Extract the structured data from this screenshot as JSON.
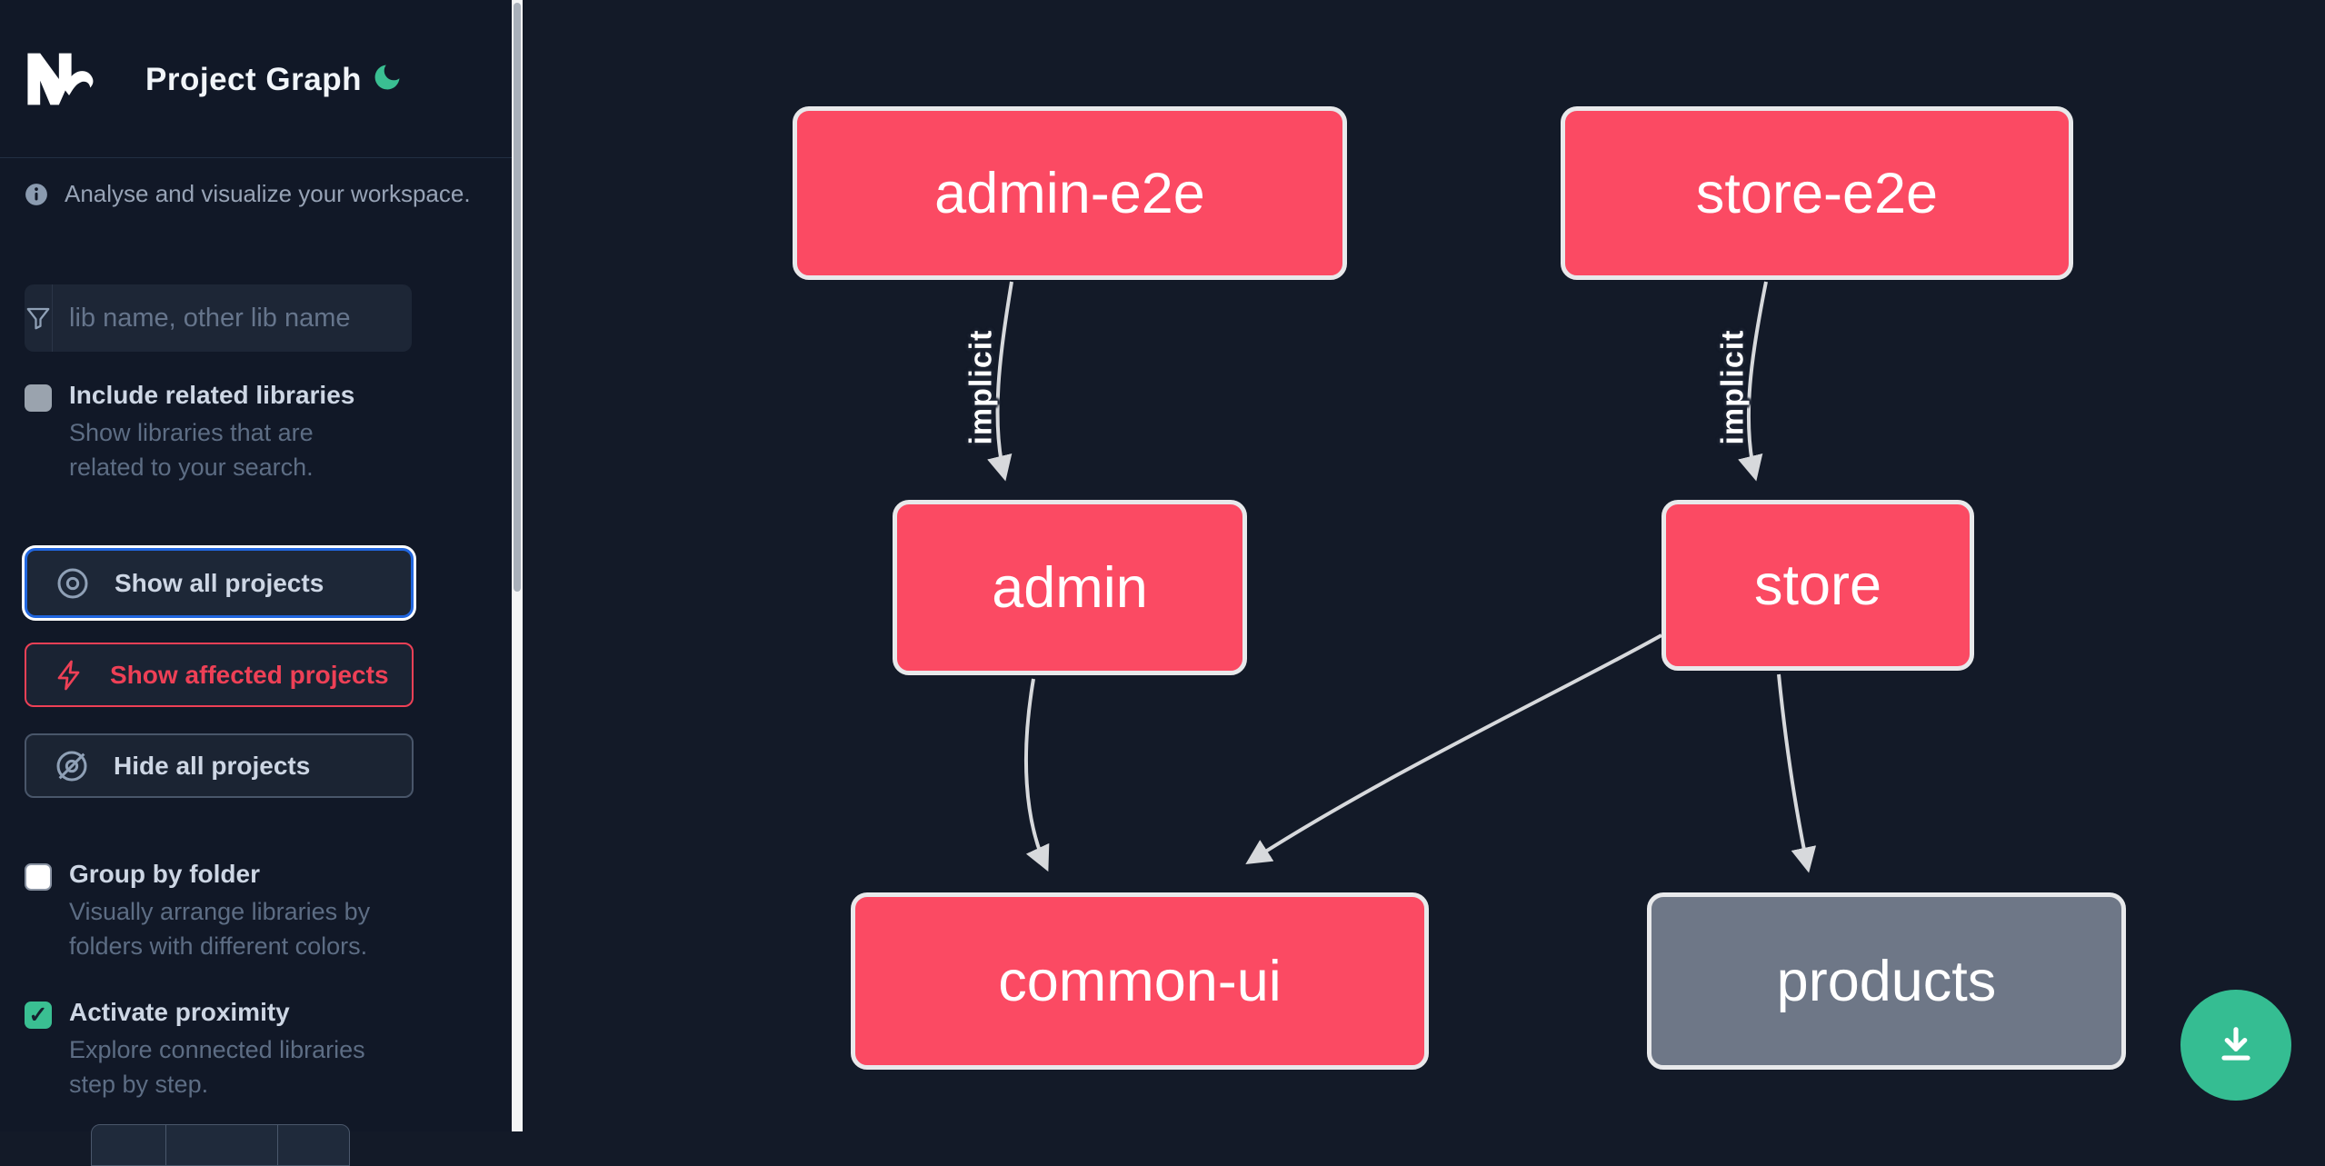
{
  "header": {
    "app_title": "Project Graph",
    "logo": "Nx",
    "theme_icon": "moon-icon"
  },
  "sidebar": {
    "tagline": "Analyse and visualize your workspace.",
    "search": {
      "placeholder": "lib name, other lib name",
      "value": ""
    },
    "include_related": {
      "label": "Include related libraries",
      "description": "Show libraries that are related to your search.",
      "checked": false
    },
    "actions": {
      "show_all": "Show all projects",
      "show_affected": "Show affected projects",
      "hide_all": "Hide all projects"
    },
    "group_by_folder": {
      "label": "Group by folder",
      "description": "Visually arrange libraries by folders with different colors.",
      "checked": false
    },
    "activate_proximity": {
      "label": "Activate proximity",
      "description": "Explore connected libraries step by step.",
      "checked": true,
      "check_glyph": "✓"
    }
  },
  "graph": {
    "nodes": [
      {
        "id": "admin-e2e",
        "label": "admin-e2e",
        "kind": "app"
      },
      {
        "id": "store-e2e",
        "label": "store-e2e",
        "kind": "app"
      },
      {
        "id": "admin",
        "label": "admin",
        "kind": "app"
      },
      {
        "id": "store",
        "label": "store",
        "kind": "app"
      },
      {
        "id": "common-ui",
        "label": "common-ui",
        "kind": "lib"
      },
      {
        "id": "products",
        "label": "products",
        "kind": "lib-unfocused"
      }
    ],
    "edges": [
      {
        "from": "admin-e2e",
        "to": "admin",
        "label": "implicit"
      },
      {
        "from": "store-e2e",
        "to": "store",
        "label": "implicit"
      },
      {
        "from": "admin",
        "to": "common-ui",
        "label": ""
      },
      {
        "from": "store",
        "to": "common-ui",
        "label": ""
      },
      {
        "from": "store",
        "to": "products",
        "label": ""
      }
    ]
  },
  "fab": {
    "icon": "download-icon"
  },
  "colors": {
    "node_pink": "#fb4a63",
    "node_gray": "#6e7787",
    "node_border": "#e8e9eb",
    "edge": "#d7d9dc",
    "accent_green": "#3abf92",
    "accent_blue": "#2166df",
    "accent_red": "#ee4056",
    "background": "#131a28"
  }
}
